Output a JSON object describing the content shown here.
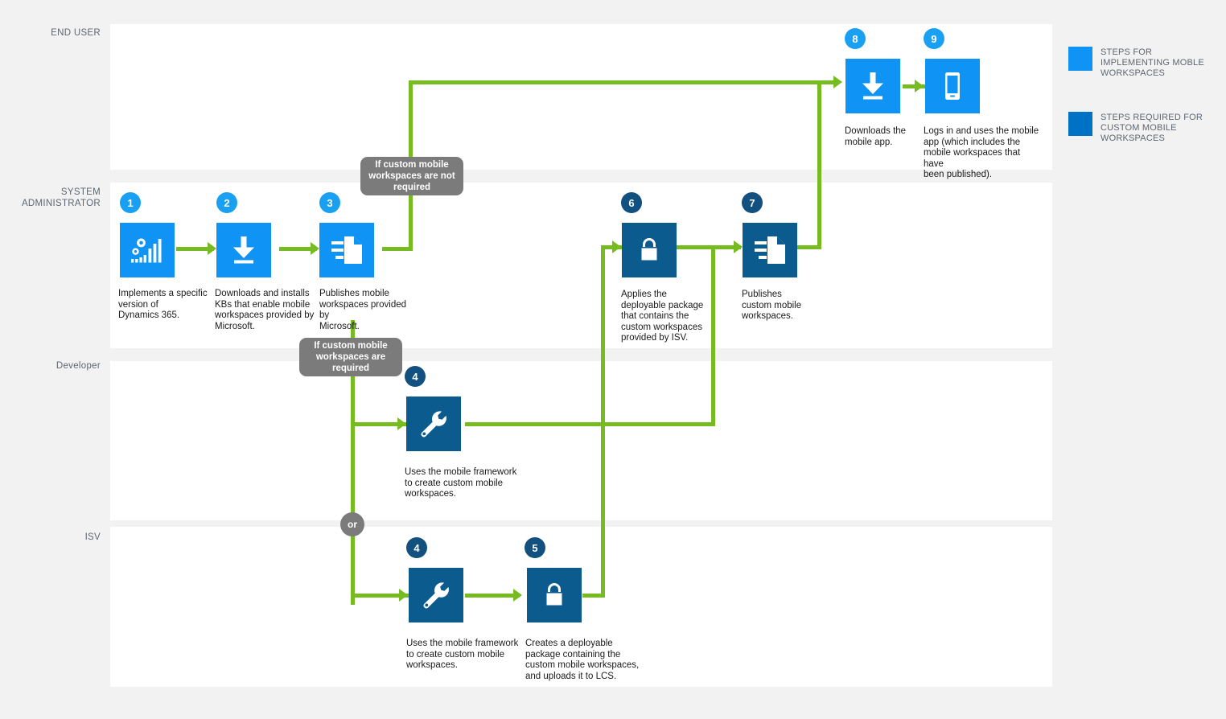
{
  "diagram": {
    "title": "Mobile workspaces implementation flow",
    "colors": {
      "light_blue": "#0f93f5",
      "dark_blue": "#0b5b8f",
      "badge_light_blue": "#1aa0f2",
      "badge_dark_blue": "#11507f",
      "connector_green": "#76bc21",
      "callout_gray": "#7b7b7b",
      "lane_background": "#ffffff",
      "page_background": "#f2f2f2",
      "lane_label": "#5d6671"
    }
  },
  "lanes": [
    {
      "id": "end-user",
      "label": "END USER"
    },
    {
      "id": "system-administrator",
      "label": "SYSTEM\nADMINISTRATOR"
    },
    {
      "id": "developer",
      "label": "Developer"
    },
    {
      "id": "isv",
      "label": "ISV"
    }
  ],
  "steps": [
    {
      "number": "1",
      "lane": "system-administrator",
      "tone": "light",
      "icon": "gears-chart-icon",
      "caption": "Implements a specific\nversion of\nDynamics 365."
    },
    {
      "number": "2",
      "lane": "system-administrator",
      "tone": "light",
      "icon": "download-icon",
      "caption": "Downloads and installs\nKBs that enable mobile\nworkspaces provided by\nMicrosoft."
    },
    {
      "number": "3",
      "lane": "system-administrator",
      "tone": "light",
      "icon": "document-publish-icon",
      "caption": "Publishes mobile\nworkspaces provided by\nMicrosoft."
    },
    {
      "number": "4",
      "lane": "developer",
      "tone": "dark",
      "icon": "wrench-icon",
      "caption": "Uses the mobile framework\nto create custom mobile\nworkspaces."
    },
    {
      "number": "4",
      "lane": "isv",
      "tone": "dark",
      "icon": "wrench-icon",
      "caption": "Uses the mobile framework\nto create custom mobile\nworkspaces."
    },
    {
      "number": "5",
      "lane": "isv",
      "tone": "dark",
      "icon": "package-icon",
      "caption": "Creates a deployable\npackage containing the\ncustom mobile workspaces,\nand uploads it to LCS."
    },
    {
      "number": "6",
      "lane": "system-administrator",
      "tone": "dark",
      "icon": "package-icon",
      "caption": "Applies the\ndeployable package\nthat contains the\ncustom workspaces\nprovided by ISV."
    },
    {
      "number": "7",
      "lane": "system-administrator",
      "tone": "dark",
      "icon": "document-publish-icon",
      "caption": "Publishes\ncustom mobile\nworkspaces."
    },
    {
      "number": "8",
      "lane": "end-user",
      "tone": "light",
      "icon": "download-icon",
      "caption": "Downloads the\nmobile app."
    },
    {
      "number": "9",
      "lane": "end-user",
      "tone": "light",
      "icon": "phone-icon",
      "caption": "Logs in and uses the mobile\napp (which includes the\nmobile workspaces that have\nbeen published)."
    }
  ],
  "callouts": [
    {
      "id": "not-required",
      "text": "If custom mobile\nworkspaces are not\nrequired"
    },
    {
      "id": "required",
      "text": "If custom mobile\nworkspaces are\nrequired"
    },
    {
      "id": "or",
      "text": "or"
    }
  ],
  "legend": {
    "items": [
      {
        "color": "#0f93f5",
        "label": "STEPS FOR\nIMPLEMENTING MOBLE\nWORKSPACES"
      },
      {
        "color": "#0072c6",
        "label": "STEPS REQUIRED FOR\nCUSTOM MOBILE\nWORKSPACES"
      }
    ]
  }
}
